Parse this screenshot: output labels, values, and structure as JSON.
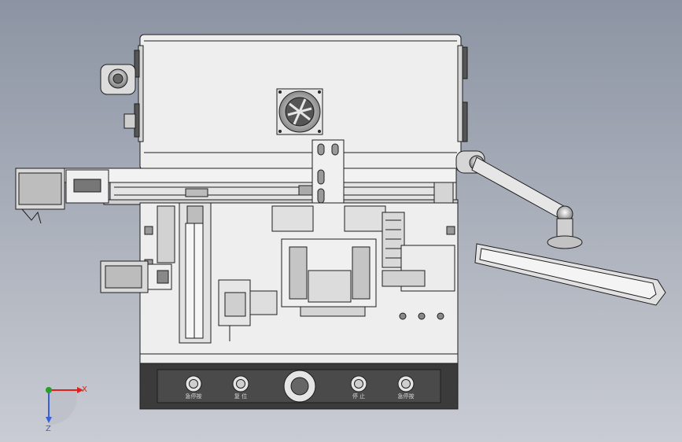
{
  "colors": {
    "background_top": "#8c94a3",
    "background_bottom": "#c9ccd3",
    "line": "#1e1e1e",
    "panel_dark": "#3b3b3b",
    "axis_x": "#e0201a",
    "axis_y": "#3a5fd6",
    "axis_z": "#2a9d2a"
  },
  "control_panel": {
    "buttons": [
      {
        "label": "急停按",
        "icon": "push-button-icon"
      },
      {
        "label": "复 位",
        "icon": "push-button-icon"
      },
      {
        "label": "",
        "icon": "emergency-stop-icon"
      },
      {
        "label": "停 止",
        "icon": "push-button-icon"
      },
      {
        "label": "急停按",
        "icon": "push-button-icon"
      }
    ]
  },
  "axis_triad": {
    "x_label": "X",
    "z_label": "Z"
  }
}
